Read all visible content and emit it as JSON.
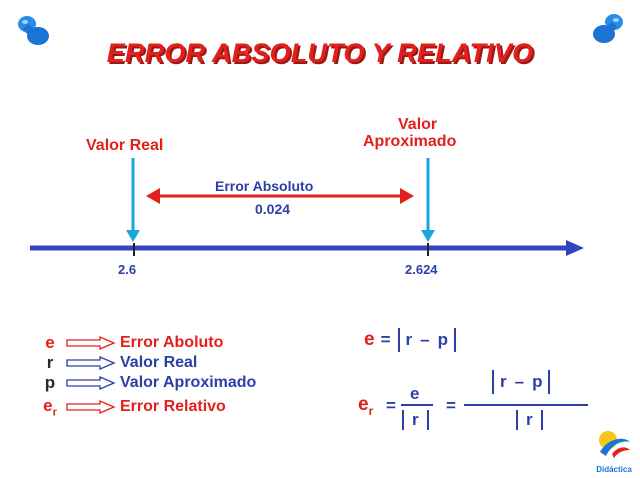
{
  "title": "ERROR ABSOLUTO Y RELATIVO",
  "diagram": {
    "real_label": "Valor Real",
    "approx_label_line1": "Valor",
    "approx_label_line2": "Aproximado",
    "error_label": "Error Absoluto",
    "error_value": "0.024",
    "tick_real": "2.6",
    "tick_approx": "2.624"
  },
  "legend": [
    {
      "symbol": "e",
      "text": "Error Aboluto",
      "color": "#e3201b"
    },
    {
      "symbol": "r",
      "text": "Valor Real",
      "color": "#2d3fa6"
    },
    {
      "symbol": "p",
      "text": "Valor Aproximado",
      "color": "#2d3fa6"
    },
    {
      "symbol": "e",
      "subscript": "r",
      "text": "Error Relativo",
      "color": "#e3201b"
    }
  ],
  "formulas": {
    "abs_lhs": "e",
    "eq": "=",
    "r": "r",
    "minus": "–",
    "p": "p",
    "rel_lhs": "e",
    "rel_sub": "r",
    "frac_num": "e"
  },
  "logo_text": "Didáctica",
  "colors": {
    "red": "#e3201b",
    "blue": "#2d3fa6",
    "cyan": "#1aa6df"
  }
}
